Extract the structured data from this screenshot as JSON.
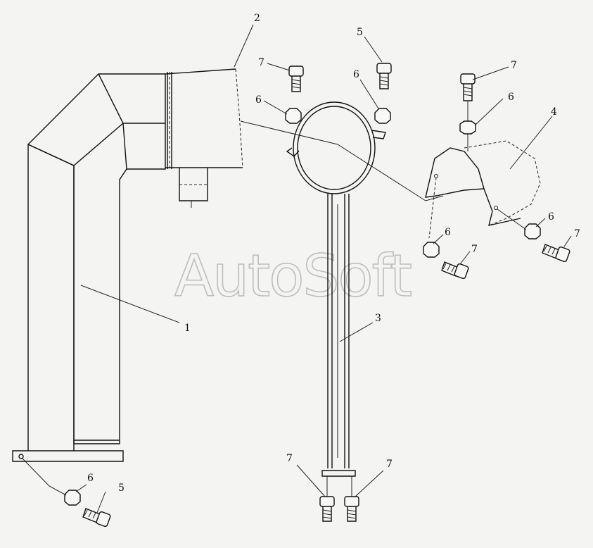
{
  "watermark": "AutoSoft",
  "callouts": {
    "c1": "1",
    "c2": "2",
    "c3": "3",
    "c4": "4",
    "c5a": "5",
    "c5b": "5",
    "c6a": "6",
    "c6b": "6",
    "c6c": "6",
    "c6d": "6",
    "c6e": "6",
    "c6f": "6",
    "c7a": "7",
    "c7b": "7",
    "c7c": "7",
    "c7d": "7",
    "c7e": "7",
    "c7f": "7"
  }
}
